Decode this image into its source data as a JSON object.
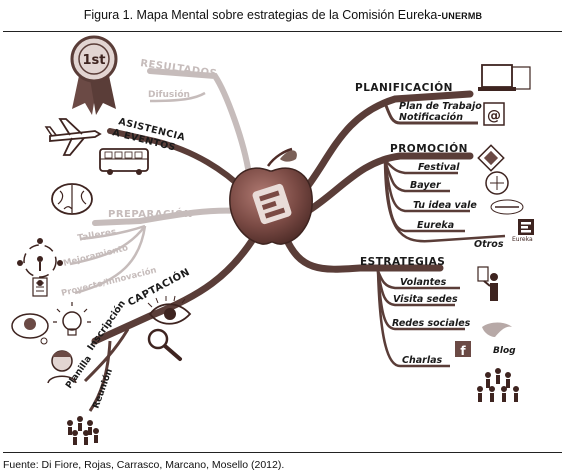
{
  "title": {
    "main": "Figura 1. Mapa Mental sobre estrategias de la Comisión Eureka-",
    "suffix": "UNERMB"
  },
  "center": {
    "icon": "apple-logo-icon"
  },
  "branches": {
    "planificacion": {
      "label": "PLANIFICACIÓN",
      "items": [
        "Plan de Trabajo",
        "Notificación"
      ]
    },
    "promocion": {
      "label": "PROMOCIÓN",
      "items": [
        "Festival",
        "Bayer",
        "Tu idea vale",
        "Eureka",
        "Otros"
      ]
    },
    "estrategias": {
      "label": "ESTRATEGIAS",
      "items": [
        "Volantes",
        "Visita sedes",
        "Redes sociales",
        "Charlas"
      ],
      "extra": "Blog"
    },
    "resultados": {
      "label": "RESULTADOS",
      "items": [
        "Difusión"
      ]
    },
    "asistencia": {
      "label_line1": "ASISTENCIA",
      "label_line2": "A EVENTOS"
    },
    "preparacion": {
      "label": "PREPARACIÓN",
      "items": [
        "Talleres",
        "Mejoramiento",
        "Proyecto/Innovación"
      ]
    },
    "captacion": {
      "label": "CAPTACIÓN",
      "items": [
        "Inscripción",
        "Planilla",
        "Reunión"
      ]
    }
  },
  "badges": {
    "first_place": "1st",
    "eureka_logo": "Eureka"
  },
  "source": "Fuente: Di Fiore, Rojas, Carrasco, Marcano, Mosello (2012).",
  "colors": {
    "branch": "#5a3d38",
    "light_branch": "#c6bcbb",
    "apple": "#7a4a44",
    "text": "#1a1a1a"
  }
}
